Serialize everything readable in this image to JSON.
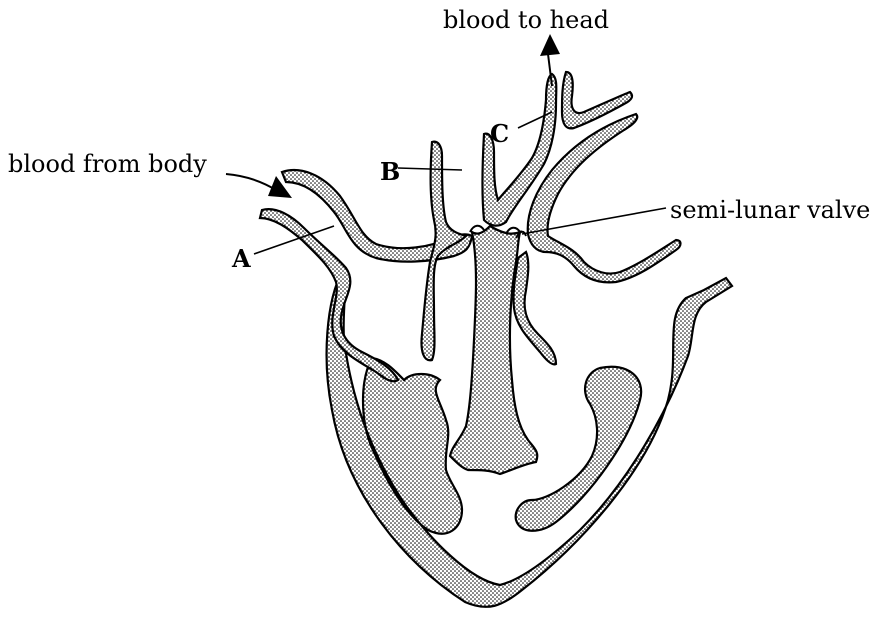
{
  "labels": {
    "blood_to_head": "blood to head",
    "blood_from_body": "blood from body",
    "semi_lunar_valve": "semi-lunar valve",
    "a": "A",
    "b": "B",
    "c": "C"
  },
  "colors": {
    "ink": "#000000",
    "tissue_fill": "#c9c9c9",
    "background": "#ffffff"
  }
}
